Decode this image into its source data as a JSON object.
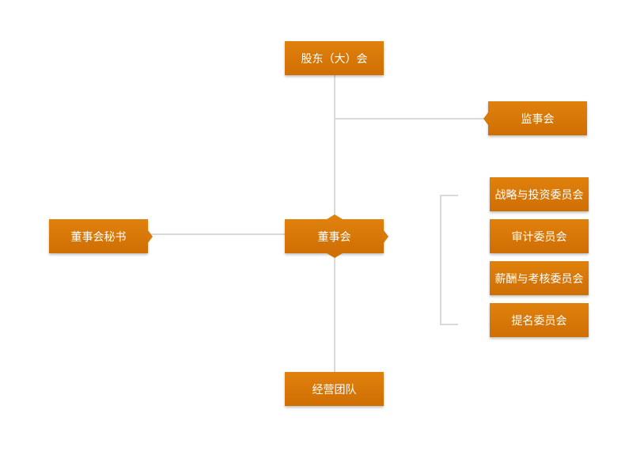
{
  "diagram": {
    "nodes": {
      "shareholders": "股东（大）会",
      "supervisory_board": "监事会",
      "board_secretary": "董事会秘书",
      "board": "董事会",
      "management_team": "经营团队",
      "committees": [
        "战略与投资委员会",
        "审计委员会",
        "薪酬与考核委员会",
        "提名委员会"
      ]
    },
    "colors": {
      "node_fill": "#d8790a",
      "connector": "#d9d9d9",
      "text": "#ffffff"
    }
  }
}
